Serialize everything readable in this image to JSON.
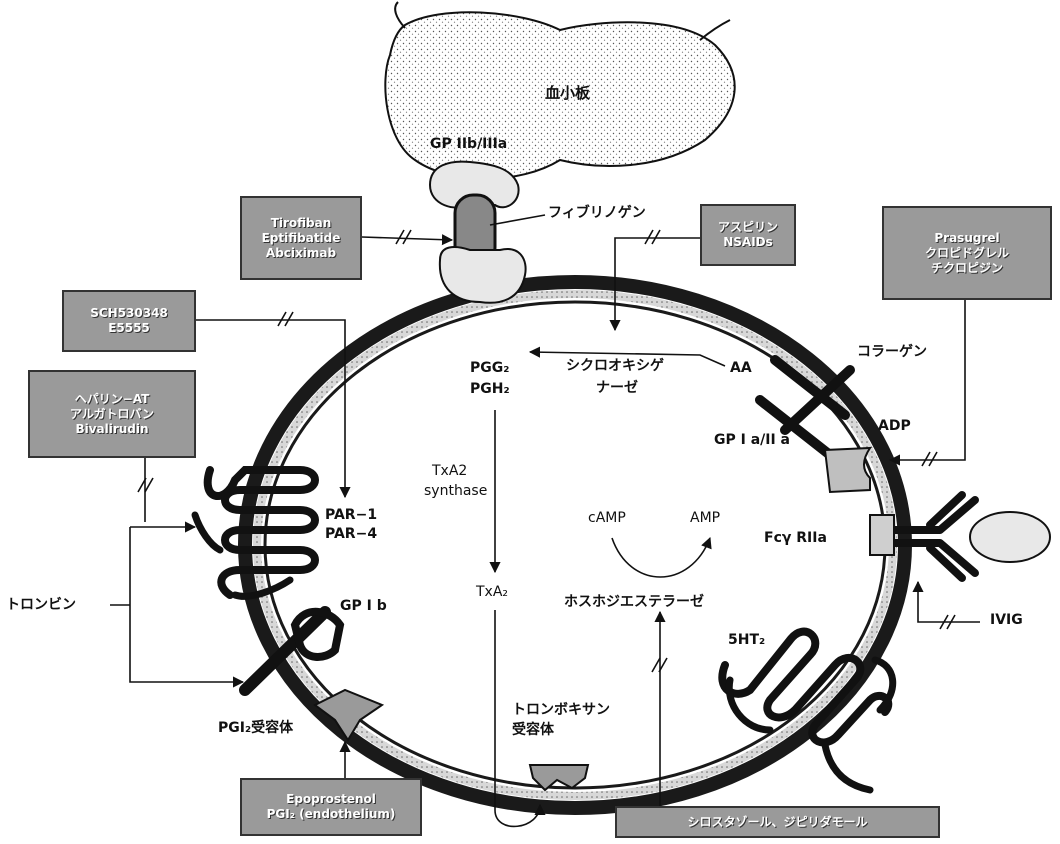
{
  "platelet": {
    "name": "血小板",
    "gp2b3a": "GP IIb/IIIa"
  },
  "ligands": {
    "fibrinogen": "フィブリノゲン",
    "collagen": "コラーゲン",
    "adp": "ADP",
    "thrombin": "トロンビン",
    "ivig": "IVIG"
  },
  "receptors": {
    "par": [
      "PAR−1",
      "PAR−4"
    ],
    "gp1b": "GP I b",
    "gp1a2a": "GP I a/II a",
    "fcgr": "Fcγ RIIa",
    "ht2": "5HT₂",
    "pgi2r": "PGI₂受容体",
    "txr": [
      "トロンボキサン",
      "受容体"
    ]
  },
  "pathway": {
    "pgg2": "PGG₂",
    "pgh2": "PGH₂",
    "aa": "AA",
    "cox": [
      "シクロオキシゲ",
      "ナーゼ"
    ],
    "txa2_synthase": [
      "TxA2",
      "synthase"
    ],
    "txa2": "TxA₂",
    "camp": "cAMP",
    "amp": "AMP",
    "pde": "ホスホジエステラーゼ"
  },
  "drugs": {
    "gp2b3a_inhibitors": [
      "Tirofiban",
      "Eptifibatide",
      "Abciximab"
    ],
    "cox_inhibitors": [
      "アスピリン",
      "NSAIDs"
    ],
    "p2y12_inhibitors": [
      "Prasugrel",
      "クロピドグレル",
      "チクロピジン"
    ],
    "par_antagonists": [
      "SCH530348",
      "E5555"
    ],
    "thrombin_inhibitors": [
      "ヘパリン−AT",
      "アルガトロバン",
      "Bivalirudin"
    ],
    "prostacyclin": [
      "Epoprostenol",
      "PGI₂ (endothelium)"
    ],
    "pde_inhibitors": "シロスタゾール、ジピリダモール"
  }
}
